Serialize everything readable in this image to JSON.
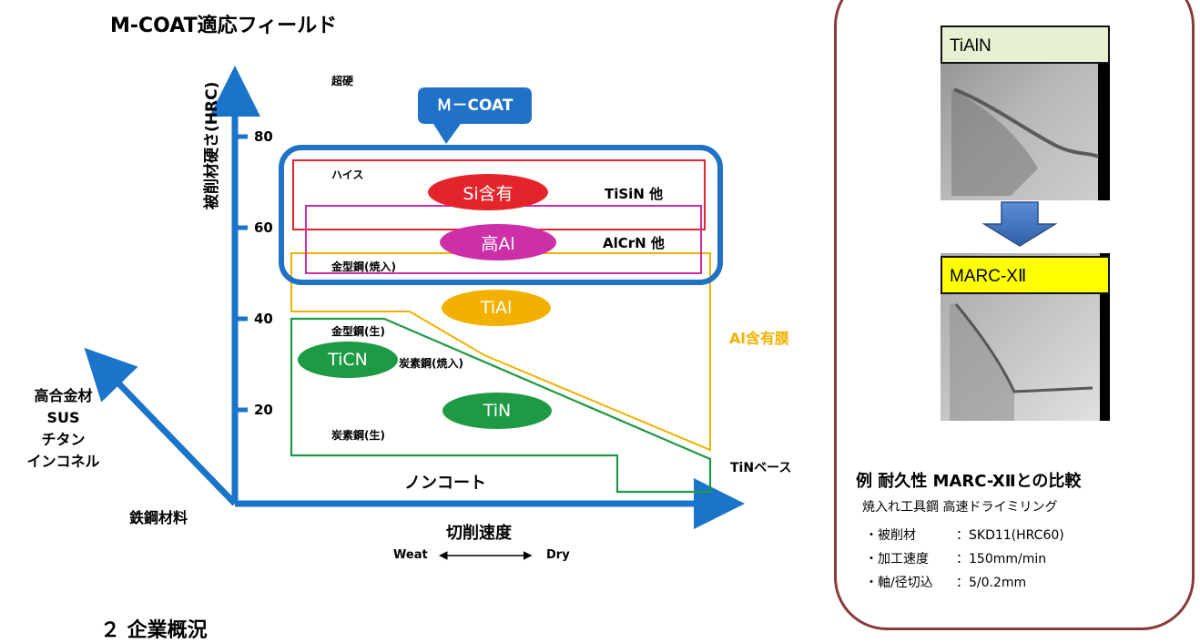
{
  "title": "M-COAT適応フィールド",
  "section_heading": "２ 企業概況",
  "y_axis": {
    "label": "被削材硬さ(HRC)",
    "ticks": [
      "80",
      "60",
      "40",
      "20"
    ]
  },
  "x_axis": {
    "label": "切削速度",
    "left": "Weat",
    "right": "Dry"
  },
  "diag_axis": {
    "labels": [
      "高合金材",
      "SUS",
      "チタン",
      "インコネル"
    ]
  },
  "origin_label": "鉄鋼材料",
  "materials": {
    "carbide": "超硬",
    "hss": "ハイス",
    "die_hardened": "金型鋼(焼入)",
    "die_raw": "金型鋼(生)",
    "carbon_hardened": "炭素鋼(焼入)",
    "carbon_raw": "炭素鋼(生)"
  },
  "callout": "Ｍ－COAT",
  "coatings": {
    "si": "Si含有",
    "high_al": "高Al",
    "tial": "TiAl",
    "ticn": "TiCN",
    "tin": "TiN"
  },
  "families": {
    "tisin": "TiSiN 他",
    "alcrn": "AlCrN 他",
    "al_film": "Al含有膜",
    "tin_base": "TiNベース",
    "uncoated": "ノンコート"
  },
  "colors": {
    "axis": "#1a74c9",
    "mcoat": "#1f72c6",
    "red": "#e3242b",
    "magenta": "#cc2fa8",
    "orange": "#f2b100",
    "green": "#1f9a44",
    "panel_border": "#8a3a3a"
  },
  "example": {
    "before_label": "TiAlN",
    "after_label": "MARC-XⅡ",
    "heading": "例 耐久性 MARC-XⅡとの比較",
    "subheading": "焼入れ工具鋼 高速ドライミリング",
    "rows": [
      {
        "key": "・被削材",
        "value": "：SKD11(HRC60)"
      },
      {
        "key": "・加工速度",
        "value": "：150mm/min"
      },
      {
        "key": "・軸/径切込",
        "value": "：5/0.2mm"
      }
    ]
  }
}
